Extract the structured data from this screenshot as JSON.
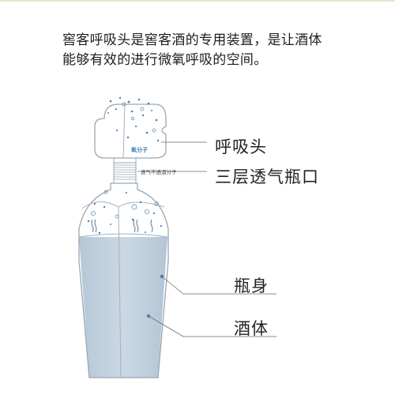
{
  "intro": {
    "line1": "窖客呼吸头是窖客酒的专用装置，是让酒体",
    "line2": "能够有效的进行微氧呼吸的空间。"
  },
  "labels": {
    "breathing_head": "呼吸头",
    "three_layer_neck": "三层透气瓶口",
    "bottle_body": "瓶身",
    "liquor": "酒体"
  },
  "annotations": {
    "oxygen_molecule": "氧分子",
    "breathable_not_liquor": "透气不透酒分子"
  },
  "colors": {
    "outline": "#9aa6b2",
    "liquid": "#bfcfdd",
    "liquid_dark": "#a9bccd",
    "dot": "#4a7fb0",
    "leader": "#6a6a6a"
  }
}
